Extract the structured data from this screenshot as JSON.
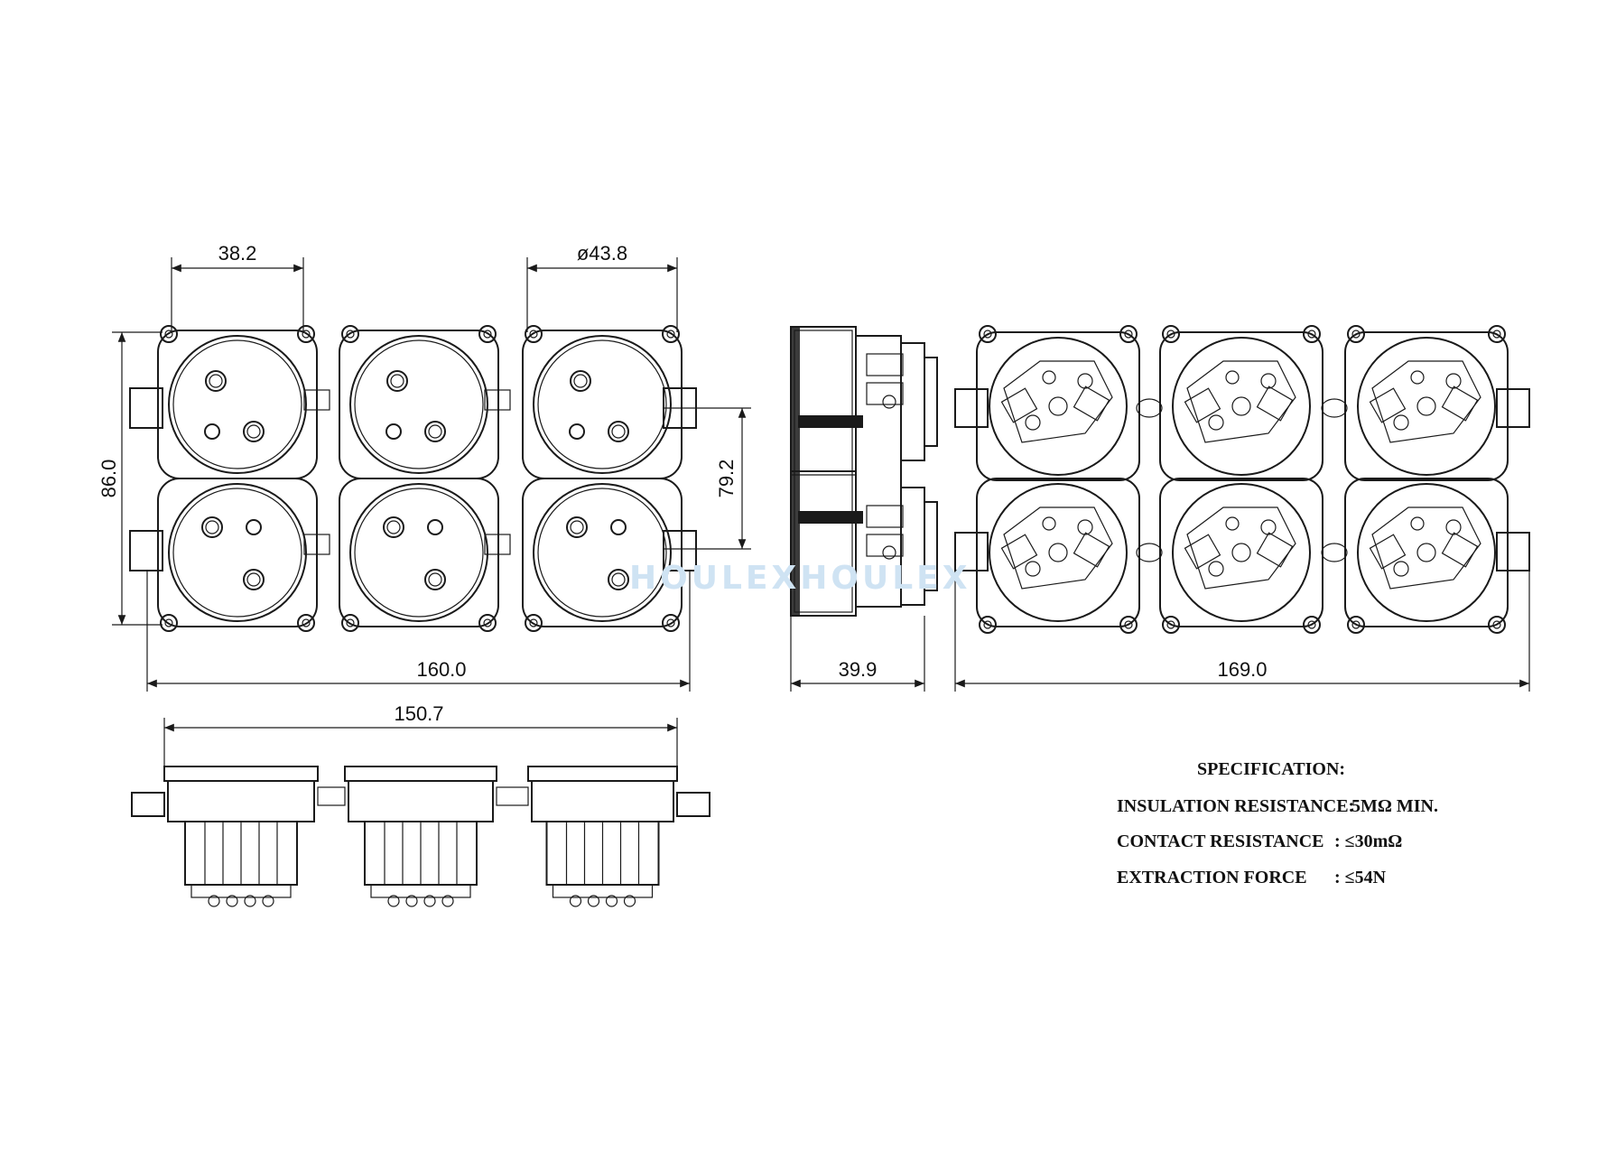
{
  "dimensions": {
    "pitch": "38.2",
    "diameter": "ø43.8",
    "height_outer": "86.0",
    "height_inner": "79.2",
    "width_front": "160.0",
    "depth_side": "39.9",
    "width_back": "169.0",
    "width_bottom": "150.7"
  },
  "watermark": "HOULEXHOULEX",
  "specification": {
    "title": "SPECIFICATION:",
    "rows": [
      {
        "label": "INSULATION RESISTANCE:",
        "value": "5MΩ   MIN."
      },
      {
        "label": "CONTACT RESISTANCE",
        "value": ":  ≤30mΩ"
      },
      {
        "label": "EXTRACTION FORCE",
        "value": ":  ≤54N"
      }
    ]
  },
  "colors": {
    "line": "#1a1a1a",
    "watermark": "#cfe3f3",
    "background": "#ffffff"
  }
}
